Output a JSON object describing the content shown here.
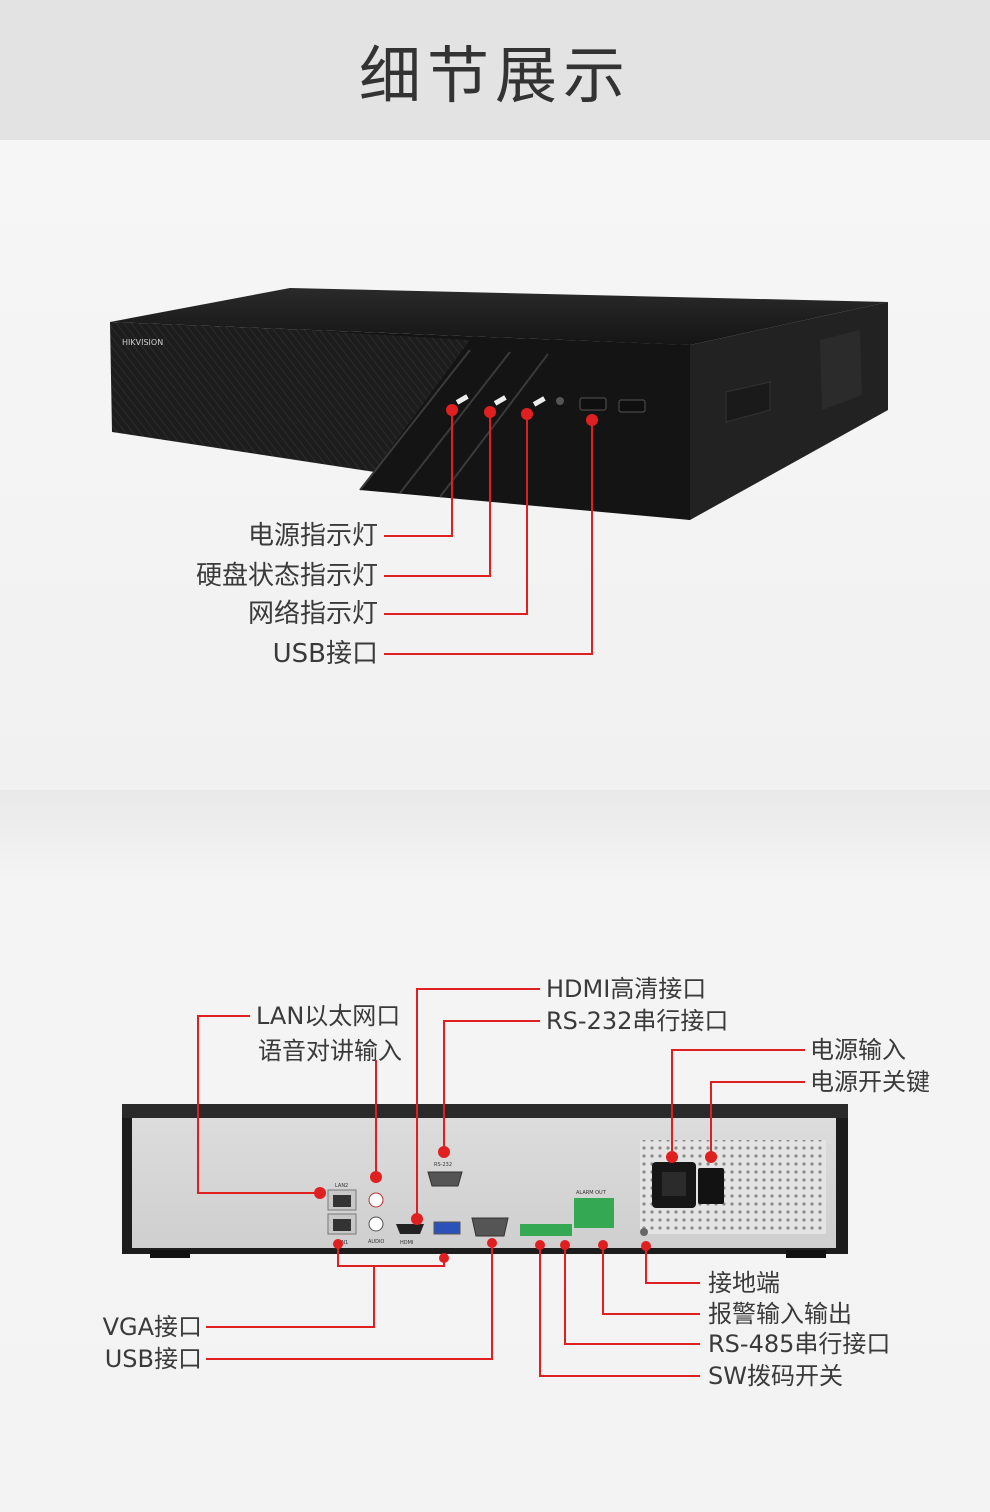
{
  "header": {
    "title": "细节展示"
  },
  "front": {
    "brand": "HIKVISION",
    "callouts": [
      {
        "id": "power-led",
        "label": "电源指示灯"
      },
      {
        "id": "hdd-led",
        "label": "硬盘状态指示灯"
      },
      {
        "id": "network-led",
        "label": "网络指示灯"
      },
      {
        "id": "usb-port",
        "label": "USB接口"
      }
    ]
  },
  "rear": {
    "port_labels": {
      "lan2": "LAN2",
      "lan1": "LAN1",
      "audio_in": "AUDIO",
      "hdmi": "HDMI",
      "rs232": "RS-232",
      "alarm_out": "ALARM OUT"
    },
    "callouts_top": [
      {
        "id": "hdmi",
        "label": "HDMI高清接口"
      },
      {
        "id": "rs232",
        "label": "RS-232串行接口"
      },
      {
        "id": "lan",
        "label": "LAN以太网口"
      },
      {
        "id": "audio",
        "label": "语音对讲输入"
      },
      {
        "id": "power-input",
        "label": "电源输入"
      },
      {
        "id": "power-switch",
        "label": "电源开关键"
      }
    ],
    "callouts_bottom": [
      {
        "id": "vga",
        "label": "VGA接口"
      },
      {
        "id": "usb",
        "label": "USB接口"
      },
      {
        "id": "ground",
        "label": "接地端"
      },
      {
        "id": "alarm-io",
        "label": "报警输入输出"
      },
      {
        "id": "rs485",
        "label": "RS-485串行接口"
      },
      {
        "id": "sw-dip",
        "label": "SW拨码开关"
      }
    ]
  },
  "colors": {
    "accent": "#e02020",
    "device": "#1c1c1c",
    "rear_panel": "#d9d9d9"
  }
}
